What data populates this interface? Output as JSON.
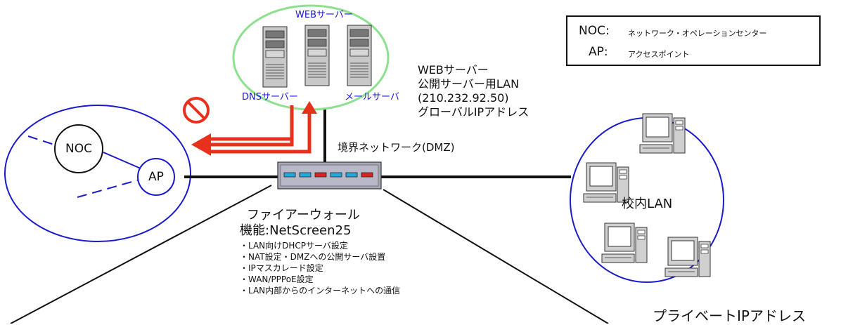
{
  "legend": [
    {
      "abbr": "NOC:",
      "desc": "ネットワーク・オペレーションセンター"
    },
    {
      "abbr": "AP:",
      "desc": "アクセスポイント"
    }
  ],
  "server_cluster": {
    "top_label": "WEBサーバー",
    "dns_label": "DNSサーバー",
    "mail_label": "メールサーバ"
  },
  "web_info": [
    "WEBサーバー",
    "公開サーバー用LAN",
    "(210.232.92.50)",
    "グローバルIPアドレス"
  ],
  "dmz_label": "境界ネットワーク(DMZ)",
  "firewall": {
    "title": "ファイアーウォール",
    "model": "機能:NetScreen25",
    "features": [
      "・LAN向けDHCPサーバ設定",
      "・NAT設定・DMZへの公開サーバ設置",
      "・IPマスカレード設定",
      "・WAN/PPPoE設定",
      "・LAN内部からのインターネットへの通信"
    ],
    "port_colors": [
      "#22aadd",
      "#22aadd",
      "#dd2222",
      "#22aadd",
      "#22aadd",
      "#dd2222"
    ]
  },
  "wireless": {
    "noc": "NOC",
    "ap": "AP"
  },
  "lan": {
    "label": "校内LAN",
    "ip_label": "プライベートIPアドレス"
  },
  "colors": {
    "circle_blue": "#1a1acc",
    "server_ellipse": "#8de08d",
    "arrow_red": "#e8301c"
  }
}
